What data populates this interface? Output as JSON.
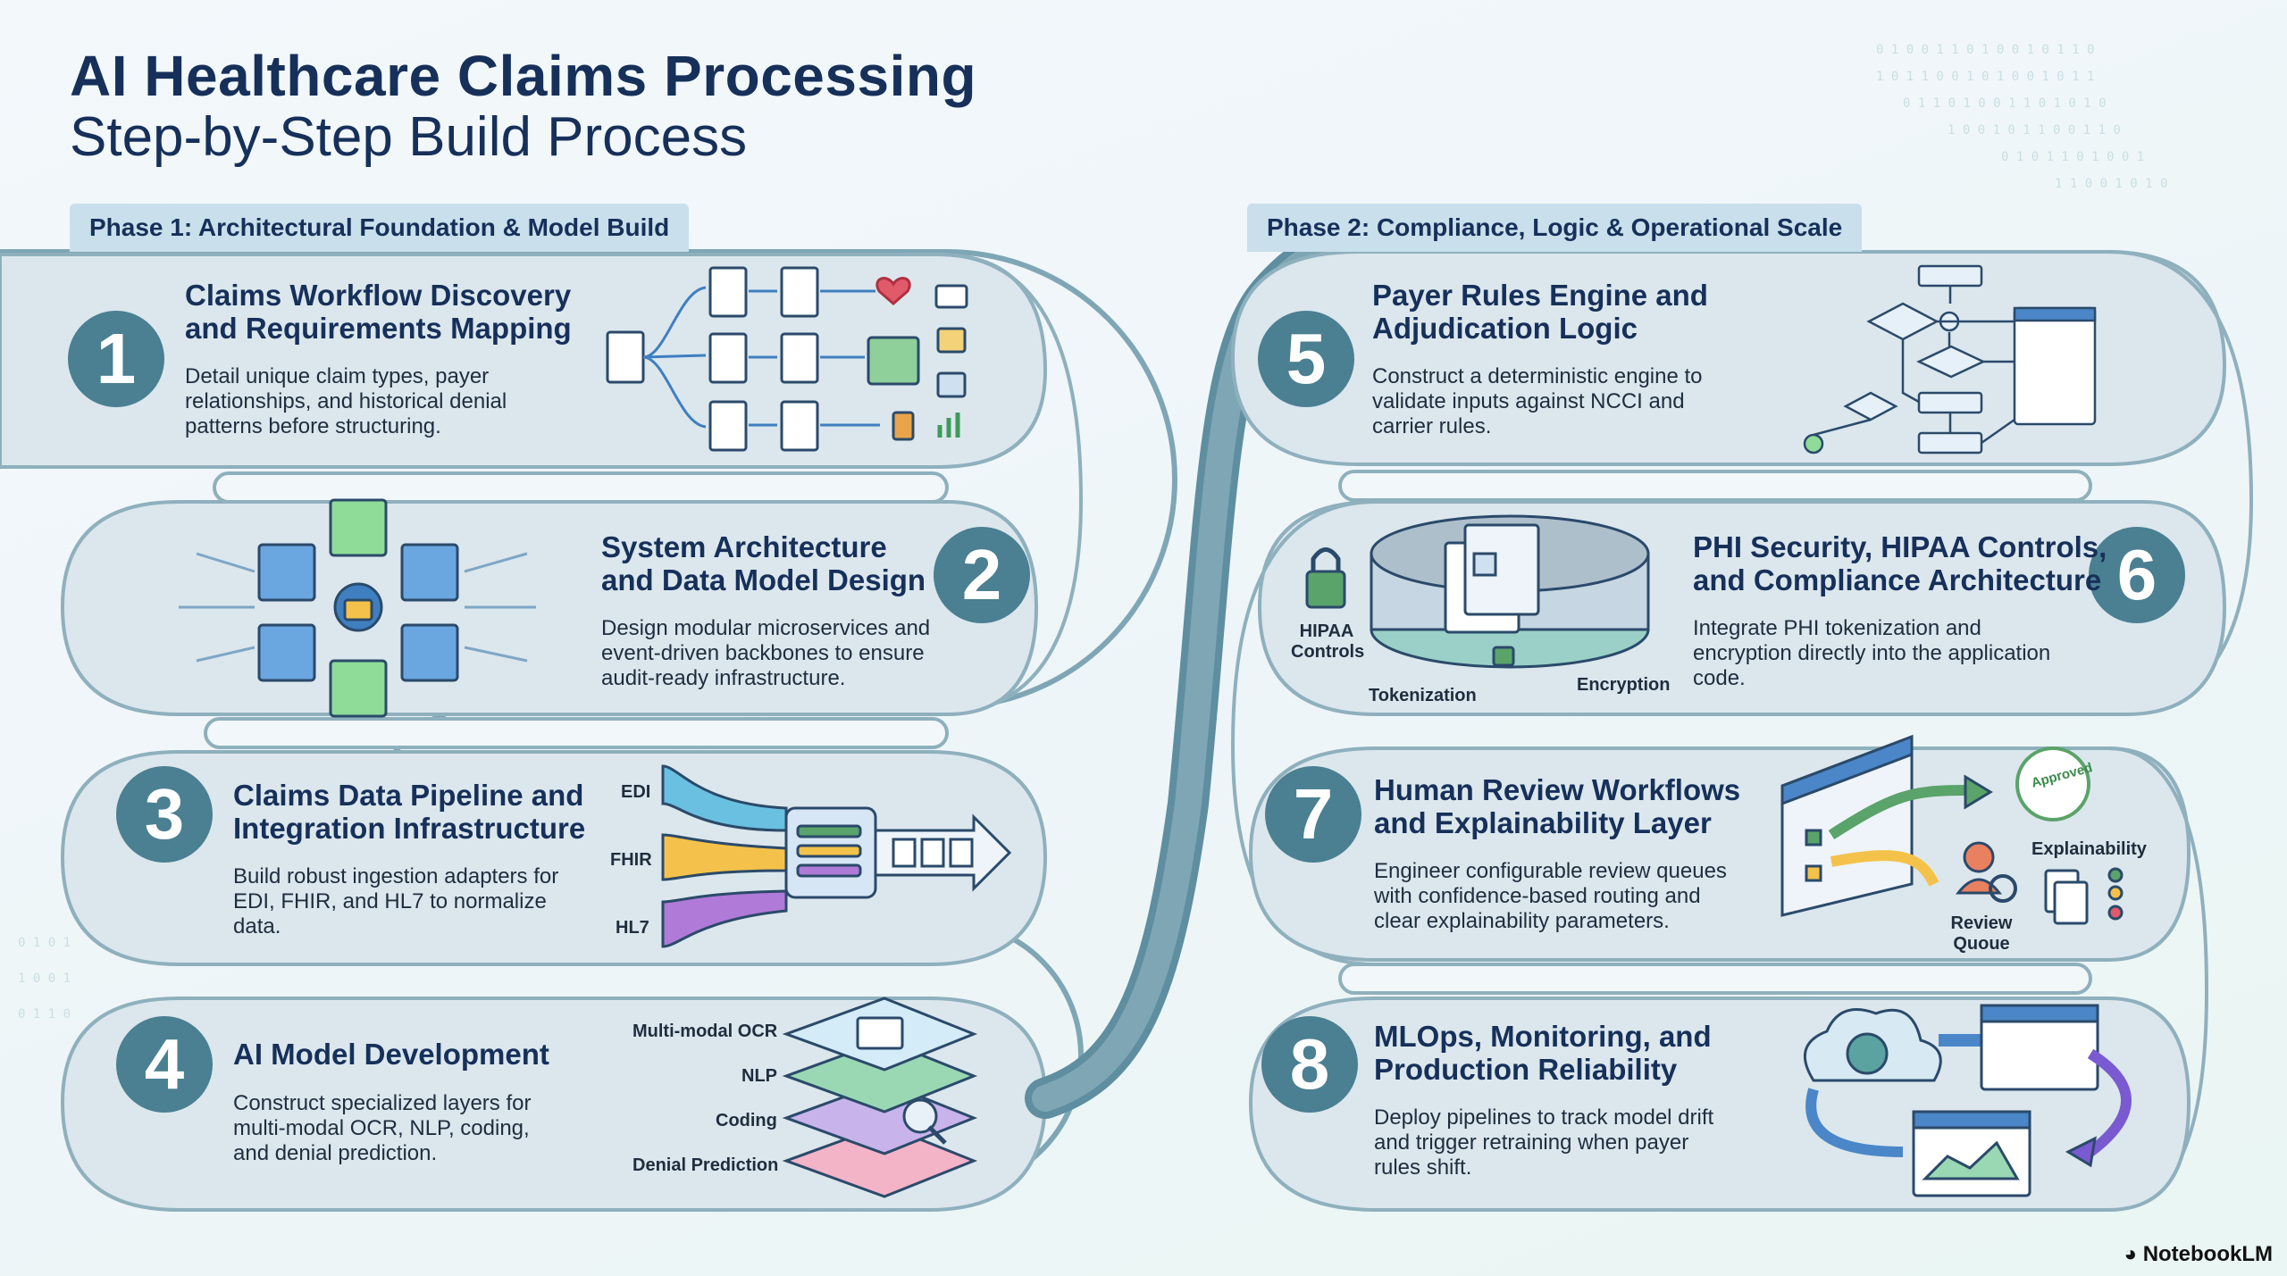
{
  "header": {
    "title": "AI Healthcare Claims Processing",
    "subtitle": "Step-by-Step Build Process"
  },
  "phases": [
    {
      "label": "Phase 1: Architectural Foundation & Model Build"
    },
    {
      "label": "Phase 2: Compliance, Logic & Operational Scale"
    }
  ],
  "steps": [
    {
      "number": "1",
      "title_line1": "Claims Workflow Discovery",
      "title_line2": "and Requirements Mapping",
      "desc_line1": "Detail unique claim types, payer",
      "desc_line2": "relationships, and historical denial",
      "desc_line3": "patterns before structuring."
    },
    {
      "number": "2",
      "title_line1": "System Architecture",
      "title_line2": "and Data Model Design",
      "desc_line1": "Design modular microservices and",
      "desc_line2": "event-driven backbones to ensure",
      "desc_line3": "audit-ready infrastructure."
    },
    {
      "number": "3",
      "title_line1": "Claims Data Pipeline and",
      "title_line2": "Integration Infrastructure",
      "desc_line1": "Build robust ingestion adapters for",
      "desc_line2": "EDI, FHIR, and HL7 to normalize",
      "desc_line3": "data."
    },
    {
      "number": "4",
      "title_line1": "AI Model Development",
      "title_line2": "",
      "desc_line1": "Construct specialized layers for",
      "desc_line2": "multi-modal OCR, NLP, coding,",
      "desc_line3": "and denial prediction."
    },
    {
      "number": "5",
      "title_line1": "Payer Rules Engine and",
      "title_line2": "Adjudication Logic",
      "desc_line1": "Construct a deterministic engine to",
      "desc_line2": "validate inputs against NCCI and",
      "desc_line3": "carrier rules."
    },
    {
      "number": "6",
      "title_line1": "PHI Security, HIPAA Controls,",
      "title_line2": "and Compliance Architecture",
      "desc_line1": "Integrate PHI tokenization and",
      "desc_line2": "encryption directly into the application",
      "desc_line3": "code."
    },
    {
      "number": "7",
      "title_line1": "Human Review Workflows",
      "title_line2": "and Explainability Layer",
      "desc_line1": "Engineer configurable review queues",
      "desc_line2": "with confidence-based routing and",
      "desc_line3": "clear explainability parameters."
    },
    {
      "number": "8",
      "title_line1": "MLOps, Monitoring, and",
      "title_line2": "Production Reliability",
      "desc_line1": "Deploy pipelines to track model drift",
      "desc_line2": "and trigger retraining when payer",
      "desc_line3": "rules shift."
    }
  ],
  "labels": {
    "edi": "EDI",
    "fhir": "FHIR",
    "hl7": "HL7",
    "ocr": "Multi-modal OCR",
    "nlp": "NLP",
    "coding": "Coding",
    "denial": "Denial Prediction",
    "hipaa_line1": "HIPAA",
    "hipaa_line2": "Controls",
    "tokenization": "Tokenization",
    "encryption": "Encryption",
    "explainability": "Explainability",
    "review_line1": "Review",
    "review_line2": "Quoue",
    "approved": "Approved"
  },
  "brand": {
    "logo": "NotebookLM"
  },
  "colors": {
    "accent": "#4b7f92",
    "panel": "#dde8ee",
    "navy": "#16305a",
    "green": "#5aa36a",
    "blue": "#3f7fc0"
  }
}
